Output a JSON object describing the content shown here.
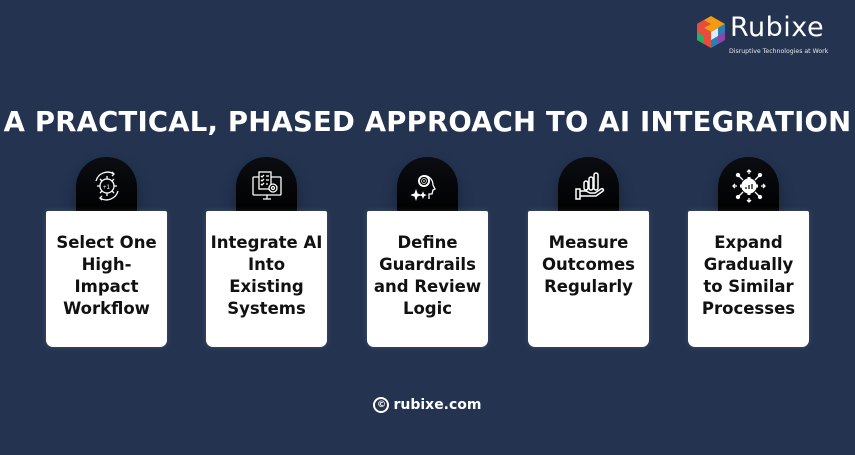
{
  "brand": {
    "name": "Rubixe",
    "tagline": "Disruptive Technologies at Work",
    "mark_colors": [
      "#e84c3d",
      "#f39c12",
      "#8e44ad",
      "#27ae60",
      "#2980b9",
      "#c0392b"
    ]
  },
  "title": "A PRACTICAL, PHASED APPROACH TO AI INTEGRATION",
  "colors": {
    "background": "#233350",
    "card": "#ffffff",
    "tab": "#000000",
    "text_dark": "#111111"
  },
  "steps": [
    {
      "label": "Select One High-Impact Workflow",
      "icon": "gear-cycle-icon"
    },
    {
      "label": "Integrate AI Into Existing Systems",
      "icon": "monitor-checklist-gear-icon"
    },
    {
      "label": "Define Guardrails and Review Logic",
      "icon": "head-gear-sparkle-icon"
    },
    {
      "label": "Measure Outcomes Regularly",
      "icon": "hand-bar-chart-icon"
    },
    {
      "label": "Expand Gradually to Similar Processes",
      "icon": "gear-network-expand-icon"
    }
  ],
  "footer": {
    "copyright_symbol": "©",
    "url": "rubixe.com"
  }
}
